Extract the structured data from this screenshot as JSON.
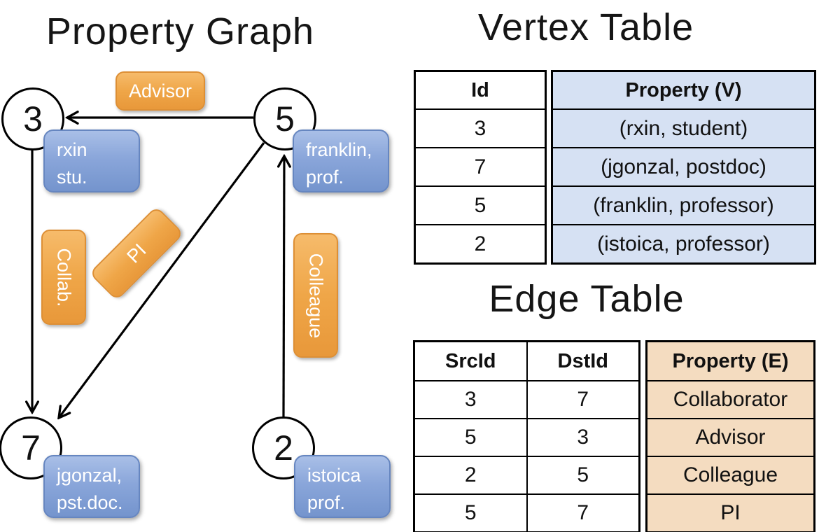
{
  "graph": {
    "title": "Property Graph",
    "nodes": [
      {
        "id": "3",
        "box_lines": [
          "rxin",
          "stu."
        ]
      },
      {
        "id": "5",
        "box_lines": [
          "franklin,",
          "prof."
        ]
      },
      {
        "id": "7",
        "box_lines": [
          "jgonzal,",
          "pst.doc."
        ]
      },
      {
        "id": "2",
        "box_lines": [
          "istoica",
          "prof."
        ]
      }
    ],
    "edge_labels": {
      "advisor": "Advisor",
      "collab": "Collab.",
      "pi": "PI",
      "colleague": "Colleague"
    }
  },
  "vertex_table": {
    "title": "Vertex Table",
    "id_header": "Id",
    "property_header": "Property (V)",
    "rows": [
      {
        "id": "3",
        "property": "(rxin, student)"
      },
      {
        "id": "7",
        "property": "(jgonzal, postdoc)"
      },
      {
        "id": "5",
        "property": "(franklin, professor)"
      },
      {
        "id": "2",
        "property": "(istoica, professor)"
      }
    ]
  },
  "edge_table": {
    "title": "Edge Table",
    "src_header": "SrcId",
    "dst_header": "DstId",
    "property_header": "Property (E)",
    "rows": [
      {
        "src": "3",
        "dst": "7",
        "property": "Collaborator"
      },
      {
        "src": "5",
        "dst": "3",
        "property": "Advisor"
      },
      {
        "src": "2",
        "dst": "5",
        "property": "Colleague"
      },
      {
        "src": "5",
        "dst": "7",
        "property": "PI"
      }
    ]
  },
  "colors": {
    "edge_label_fill": "#EFA648",
    "edge_label_border": "#DD8F35",
    "vertex_box_fill": "#84A1D6",
    "vertex_box_border": "#6686C0",
    "vertex_table_property_bg": "#D6E1F3",
    "edge_table_property_bg": "#F4DCC0",
    "line_color": "#000000",
    "text_on_boxes": "#FFFFFF"
  }
}
